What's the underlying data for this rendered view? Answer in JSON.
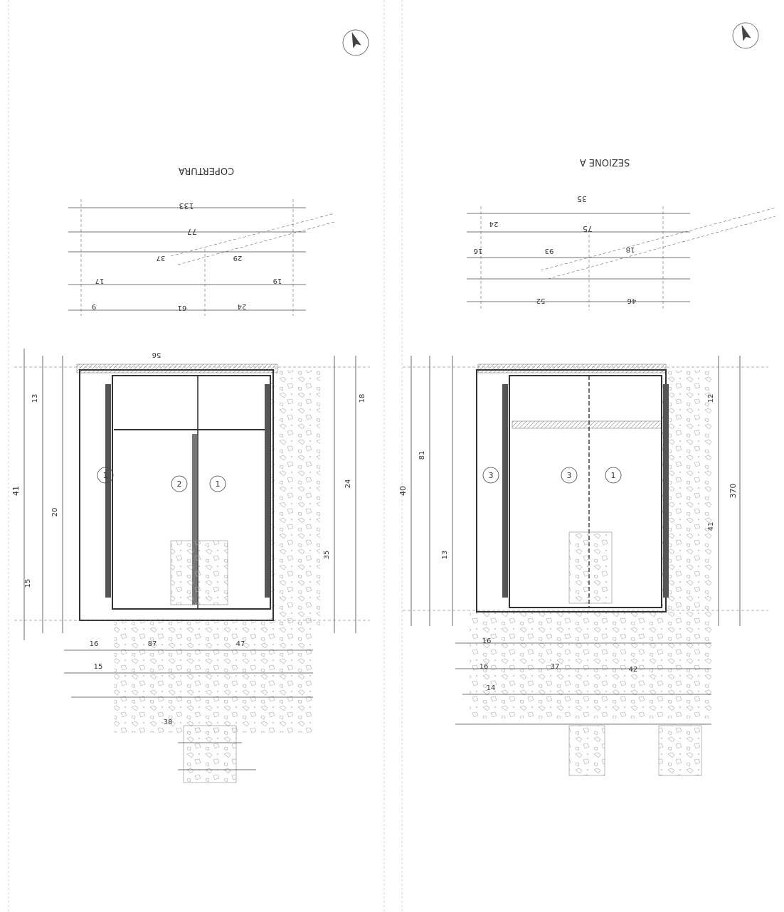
{
  "left_plan": {
    "title": "COPERTURA",
    "dims_top": [
      "133",
      "77",
      "37",
      "29",
      "17",
      "19",
      "9",
      "61",
      "24",
      "56"
    ],
    "rooms": [
      "1",
      "2",
      "1"
    ],
    "side_dims": [
      "41",
      "13",
      "20",
      "35",
      "15",
      "24",
      "18"
    ],
    "bottom_dims": [
      "16",
      "87",
      "15",
      "47",
      "38"
    ]
  },
  "right_plan": {
    "title": "SEZIONE A",
    "dims_top": [
      "35",
      "75",
      "24",
      "52",
      "46",
      "18",
      "16",
      "93"
    ],
    "rooms": [
      "3",
      "3",
      "1"
    ],
    "side_dims": [
      "40",
      "81",
      "12",
      "41",
      "370",
      "13"
    ],
    "bottom_dims": [
      "16",
      "37",
      "14",
      "42",
      "16"
    ]
  }
}
